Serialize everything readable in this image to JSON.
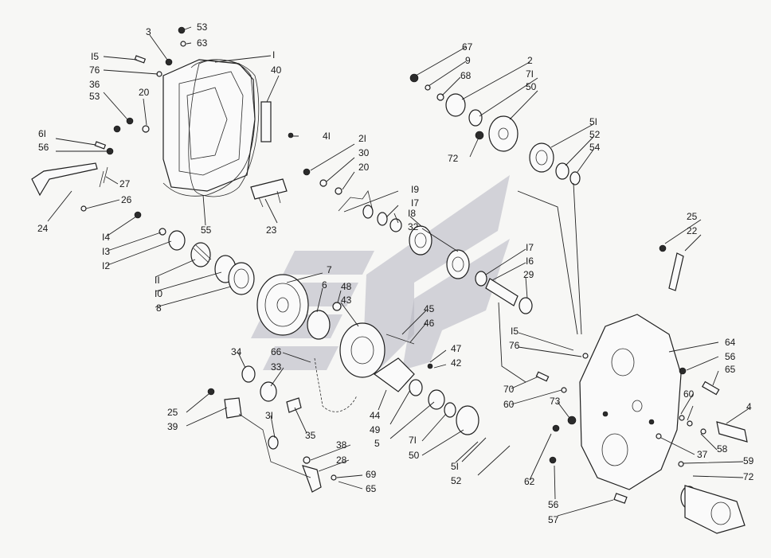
{
  "labels": [
    {
      "id": "53a",
      "text": "53"
    },
    {
      "id": "63",
      "text": "63"
    },
    {
      "id": "3",
      "text": "3"
    },
    {
      "id": "I",
      "text": "I"
    },
    {
      "id": "15a",
      "text": "I5"
    },
    {
      "id": "76a",
      "text": "76"
    },
    {
      "id": "36a",
      "text": "36"
    },
    {
      "id": "53b",
      "text": "53"
    },
    {
      "id": "20a",
      "text": "20"
    },
    {
      "id": "40",
      "text": "40"
    },
    {
      "id": "41",
      "text": "4I"
    },
    {
      "id": "61",
      "text": "6I"
    },
    {
      "id": "56a",
      "text": "56"
    },
    {
      "id": "27",
      "text": "27"
    },
    {
      "id": "26",
      "text": "26"
    },
    {
      "id": "24",
      "text": "24"
    },
    {
      "id": "55",
      "text": "55"
    },
    {
      "id": "23",
      "text": "23"
    },
    {
      "id": "21",
      "text": "2I"
    },
    {
      "id": "30",
      "text": "30"
    },
    {
      "id": "20b",
      "text": "20"
    },
    {
      "id": "19",
      "text": "I9"
    },
    {
      "id": "17a",
      "text": "I7"
    },
    {
      "id": "14",
      "text": "I4"
    },
    {
      "id": "13",
      "text": "I3"
    },
    {
      "id": "12",
      "text": "I2"
    },
    {
      "id": "11",
      "text": "II"
    },
    {
      "id": "10",
      "text": "I0"
    },
    {
      "id": "8",
      "text": "8"
    },
    {
      "id": "7",
      "text": "7"
    },
    {
      "id": "6",
      "text": "6"
    },
    {
      "id": "48",
      "text": "48"
    },
    {
      "id": "43",
      "text": "43"
    },
    {
      "id": "18",
      "text": "I8"
    },
    {
      "id": "32",
      "text": "32"
    },
    {
      "id": "67",
      "text": "67"
    },
    {
      "id": "9",
      "text": "9"
    },
    {
      "id": "68",
      "text": "68"
    },
    {
      "id": "2",
      "text": "2"
    },
    {
      "id": "71a",
      "text": "7I"
    },
    {
      "id": "50a",
      "text": "50"
    },
    {
      "id": "72a",
      "text": "72"
    },
    {
      "id": "51a",
      "text": "5I"
    },
    {
      "id": "52a",
      "text": "52"
    },
    {
      "id": "54",
      "text": "54"
    },
    {
      "id": "17b",
      "text": "I7"
    },
    {
      "id": "16",
      "text": "I6"
    },
    {
      "id": "29",
      "text": "29"
    },
    {
      "id": "25a",
      "text": "25"
    },
    {
      "id": "22",
      "text": "22"
    },
    {
      "id": "45",
      "text": "45"
    },
    {
      "id": "46",
      "text": "46"
    },
    {
      "id": "47",
      "text": "47"
    },
    {
      "id": "42",
      "text": "42"
    },
    {
      "id": "15b",
      "text": "I5"
    },
    {
      "id": "76b",
      "text": "76"
    },
    {
      "id": "64",
      "text": "64"
    },
    {
      "id": "56b",
      "text": "56"
    },
    {
      "id": "65a",
      "text": "65"
    },
    {
      "id": "34",
      "text": "34"
    },
    {
      "id": "66",
      "text": "66"
    },
    {
      "id": "33",
      "text": "33"
    },
    {
      "id": "25b",
      "text": "25"
    },
    {
      "id": "39",
      "text": "39"
    },
    {
      "id": "35",
      "text": "35"
    },
    {
      "id": "44",
      "text": "44"
    },
    {
      "id": "49",
      "text": "49"
    },
    {
      "id": "5",
      "text": "5"
    },
    {
      "id": "71b",
      "text": "7I"
    },
    {
      "id": "50b",
      "text": "50"
    },
    {
      "id": "70",
      "text": "70"
    },
    {
      "id": "60a",
      "text": "60"
    },
    {
      "id": "73",
      "text": "73"
    },
    {
      "id": "60b",
      "text": "60"
    },
    {
      "id": "4",
      "text": "4"
    },
    {
      "id": "58",
      "text": "58"
    },
    {
      "id": "37",
      "text": "37"
    },
    {
      "id": "59",
      "text": "59"
    },
    {
      "id": "72b",
      "text": "72"
    },
    {
      "id": "31",
      "text": "3I"
    },
    {
      "id": "38",
      "text": "38"
    },
    {
      "id": "28",
      "text": "28"
    },
    {
      "id": "69",
      "text": "69"
    },
    {
      "id": "65b",
      "text": "65"
    },
    {
      "id": "51b",
      "text": "5I"
    },
    {
      "id": "52b",
      "text": "52"
    },
    {
      "id": "62",
      "text": "62"
    },
    {
      "id": "56c",
      "text": "56"
    },
    {
      "id": "57",
      "text": "57"
    }
  ]
}
